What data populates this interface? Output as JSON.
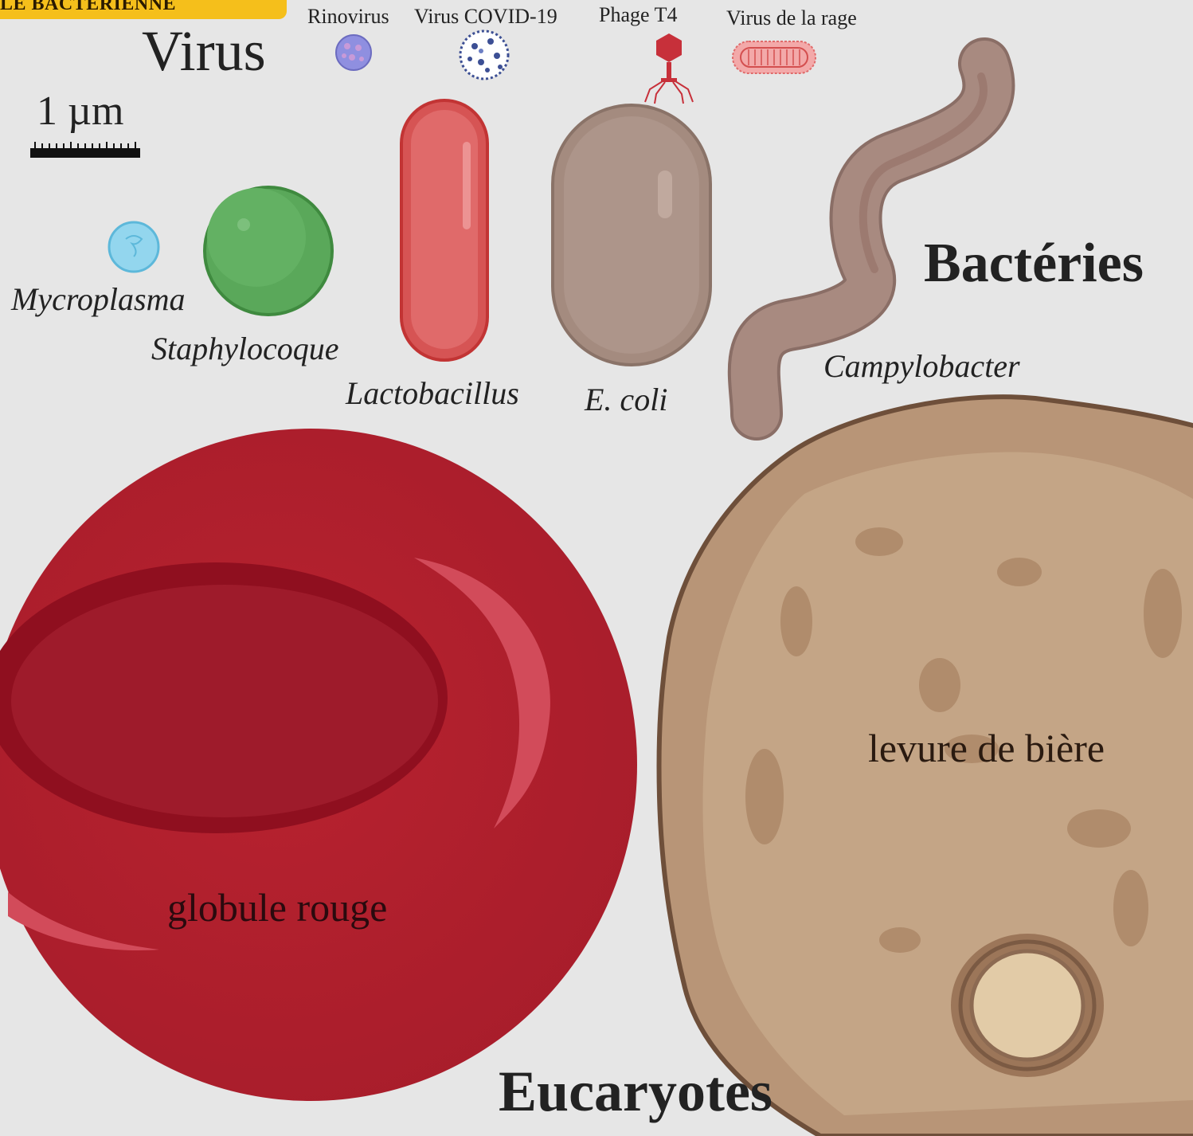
{
  "banner": {
    "text": "LE BACTÉRIENNE"
  },
  "groups": {
    "virus": "Virus",
    "bacteries": "Bactéries",
    "eucaryotes": "Eucaryotes"
  },
  "scale": {
    "label": "1 µm"
  },
  "viruses": [
    {
      "name": "Rinovirus",
      "color": "#7f7fd6"
    },
    {
      "name": "Virus COVID-19",
      "color": "#4a5fa8"
    },
    {
      "name": "Phage T4",
      "color": "#c7303a"
    },
    {
      "name": "Virus de la rage",
      "color": "#e87b7b"
    }
  ],
  "bacteria": [
    {
      "name": "Mycroplasma",
      "color": "#93d6ee"
    },
    {
      "name": "Staphylocoque",
      "color": "#5aa85a"
    },
    {
      "name": "Lactobacillus",
      "color": "#d95858"
    },
    {
      "name": "E. coli",
      "color": "#a48b7f"
    },
    {
      "name": "Campylobacter",
      "color": "#a88a80"
    }
  ],
  "eukaryotes": [
    {
      "name": "globule rouge",
      "color": "#b0212f"
    },
    {
      "name": "levure de bière",
      "color": "#b89577"
    }
  ]
}
